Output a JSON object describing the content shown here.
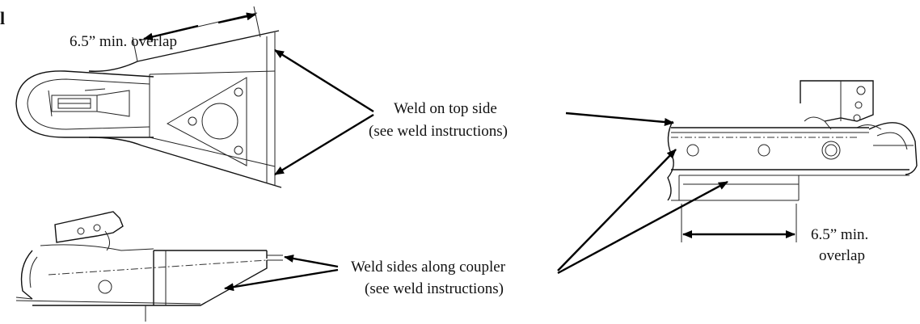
{
  "labels": {
    "corner_fragment": "l",
    "overlap_top_left": "6.5” min. overlap",
    "weld_top_line1": "Weld on top side",
    "weld_top_line2": "(see weld instructions)",
    "weld_sides_line1": "Weld sides along coupler",
    "weld_sides_line2": "(see weld instructions)",
    "overlap_right_line1": "6.5” min.",
    "overlap_right_line2": "overlap"
  },
  "colors": {
    "line": "#111111",
    "background": "#ffffff"
  }
}
